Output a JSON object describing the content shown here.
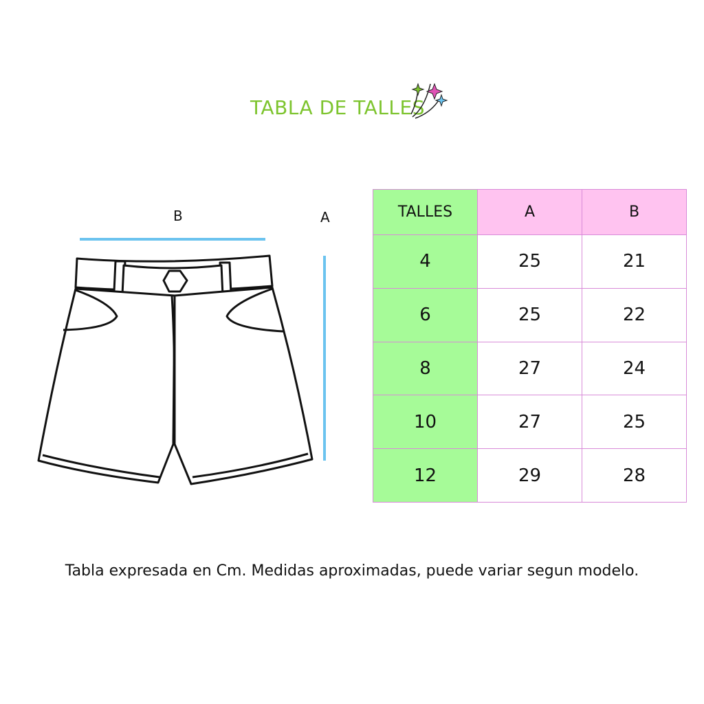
{
  "title": "TABLA DE TALLES",
  "diagram": {
    "label_b": "B",
    "label_a": "A",
    "measure_color": "#6bc3ef"
  },
  "table": {
    "headers": [
      "TALLES",
      "A",
      "B"
    ],
    "rows": [
      [
        "4",
        "25",
        "21"
      ],
      [
        "6",
        "25",
        "22"
      ],
      [
        "8",
        "27",
        "24"
      ],
      [
        "10",
        "27",
        "25"
      ],
      [
        "12",
        "29",
        "28"
      ]
    ],
    "colors": {
      "green": "#a6fb98",
      "pink": "#ffc3f0",
      "border": "#d88ad8"
    }
  },
  "footnote": "Tabla expresada en Cm. Medidas aproximadas, puede variar segun modelo.",
  "icons": [
    "stars-icon"
  ]
}
